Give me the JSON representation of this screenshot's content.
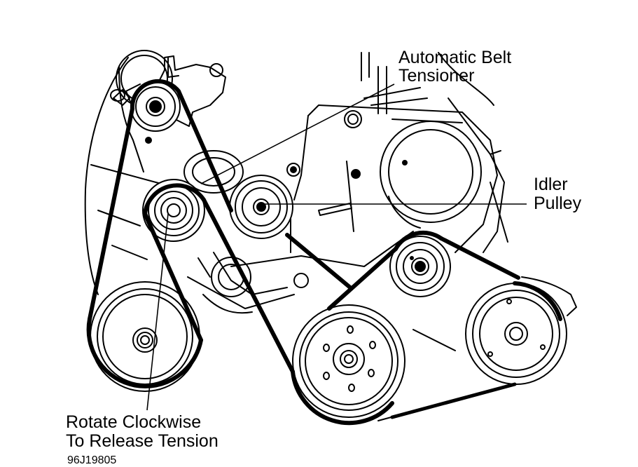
{
  "labels": {
    "tensioner_line1": "Automatic Belt",
    "tensioner_line2": "Tensioner",
    "idler_line1": "Idler",
    "idler_line2": "Pulley",
    "rotate_line1": "Rotate Clockwise",
    "rotate_line2": "To Release Tension"
  },
  "figure_code": "96J19805",
  "colors": {
    "ink": "#000000",
    "paper": "#ffffff"
  }
}
